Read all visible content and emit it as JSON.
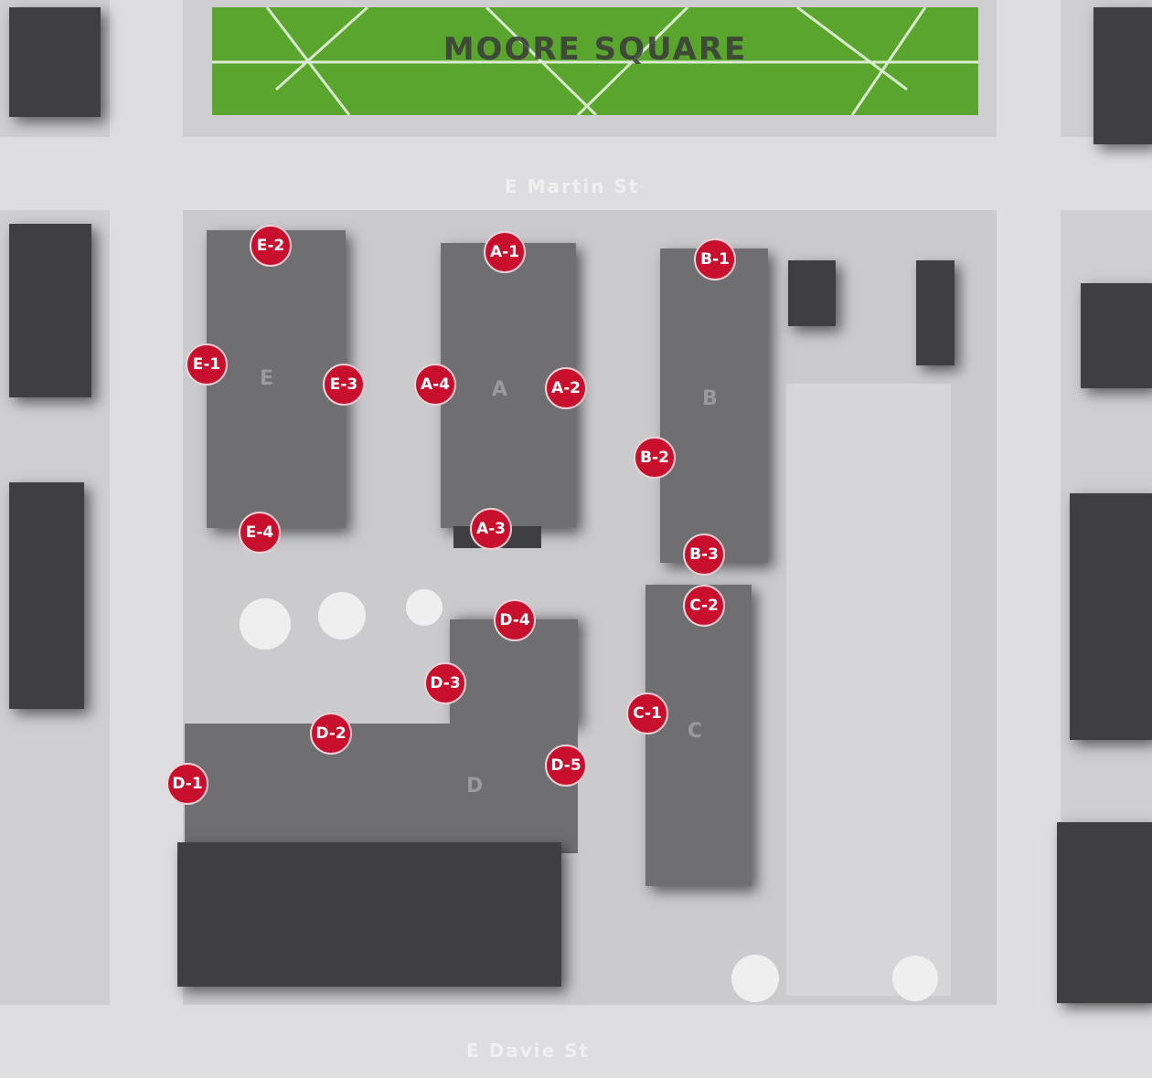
{
  "map": {
    "park_label": "MOORE SQUARE",
    "street_top": "E Martin St",
    "street_bottom": "E Davie St",
    "marker_color": "#c8102e",
    "park_color": "#5aa52e",
    "lots": [
      {
        "id": "E",
        "letter": "E"
      },
      {
        "id": "A",
        "letter": "A"
      },
      {
        "id": "B",
        "letter": "B"
      },
      {
        "id": "C",
        "letter": "C"
      },
      {
        "id": "D",
        "letter": "D"
      }
    ],
    "markers": {
      "A1": "A-1",
      "A2": "A-2",
      "A3": "A-3",
      "A4": "A-4",
      "B1": "B-1",
      "B2": "B-2",
      "B3": "B-3",
      "C1": "C-1",
      "C2": "C-2",
      "D1": "D-1",
      "D2": "D-2",
      "D3": "D-3",
      "D4": "D-4",
      "D5": "D-5",
      "E1": "E-1",
      "E2": "E-2",
      "E3": "E-3",
      "E4": "E-4"
    }
  }
}
